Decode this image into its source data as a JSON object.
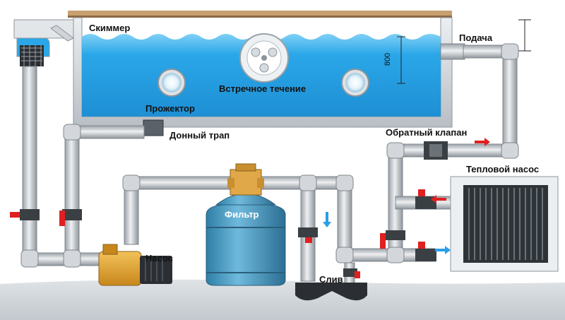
{
  "labels": {
    "skimmer": "Скиммер",
    "supply": "Подача",
    "depth": "800",
    "counter_current": "Встречное течение",
    "projector": "Прожектор",
    "bottom_drain": "Донный трап",
    "check_valve": "Обратный клапан",
    "heat_pump": "Тепловой насос",
    "filter": "Фильтр",
    "pump": "Насос",
    "drain": "Слив"
  },
  "colors": {
    "water": "#2aa7e8",
    "pool_wall": "#d8dde2",
    "pipe": "#c8cdd2",
    "valve_red": "#e02020",
    "filter_body": "#4a9cc2",
    "filter_head": "#e0a848",
    "pump_body": "#e0a030",
    "motor": "#2b2f33",
    "ground": "#cfd4d8",
    "flow_arrow_red": "#e02020",
    "flow_arrow_blue": "#2a9ee8"
  }
}
